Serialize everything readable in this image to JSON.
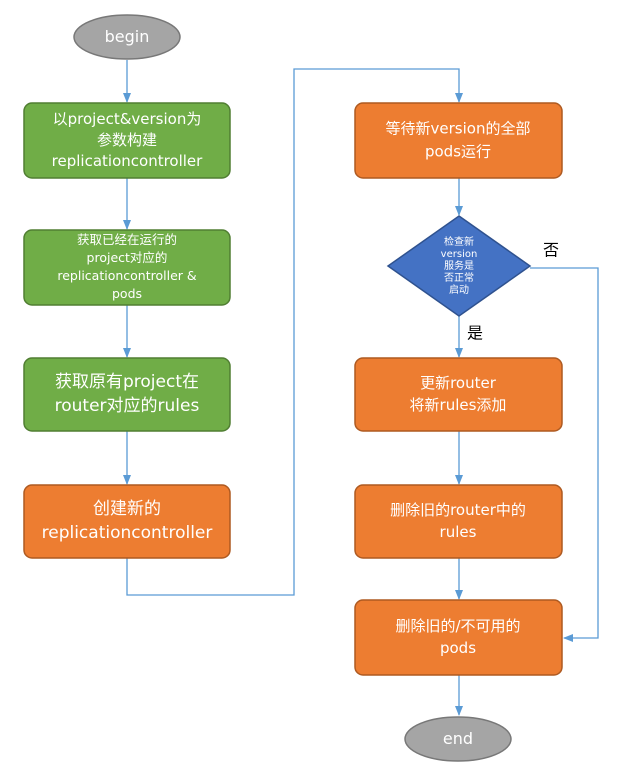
{
  "colors": {
    "green_fill": "#70ad47",
    "green_stroke": "#507e32",
    "orange_fill": "#ed7d31",
    "orange_stroke": "#ae5a21",
    "blue_fill": "#4472c4",
    "blue_stroke": "#2f528f",
    "gray_fill": "#a5a5a5",
    "gray_stroke": "#787878",
    "arrow": "#5b9bd5"
  },
  "nodes": {
    "begin": {
      "lines": [
        "begin"
      ]
    },
    "build_rc": {
      "lines": [
        "以project&version为",
        "参数构建",
        "replicationcontroller"
      ]
    },
    "get_running": {
      "lines": [
        "获取已经在运行的",
        "project对应的",
        "replicationcontroller &",
        "pods"
      ]
    },
    "get_rules": {
      "lines": [
        "获取原有project在",
        "router对应的rules"
      ]
    },
    "create_rc": {
      "lines": [
        "创建新的",
        "replicationcontroller"
      ]
    },
    "wait_pods": {
      "lines": [
        "等待新version的全部",
        "pods运行"
      ]
    },
    "check": {
      "lines": [
        "检查新",
        "version",
        "服务是",
        "否正常",
        "启动"
      ]
    },
    "update_router": {
      "lines": [
        "更新router",
        "将新rules添加"
      ]
    },
    "delete_rules": {
      "lines": [
        "删除旧的router中的",
        "rules"
      ]
    },
    "delete_pods": {
      "lines": [
        "删除旧的/不可用的",
        "pods"
      ]
    },
    "end": {
      "lines": [
        "end"
      ]
    }
  },
  "edge_labels": {
    "yes": "是",
    "no": "否"
  }
}
